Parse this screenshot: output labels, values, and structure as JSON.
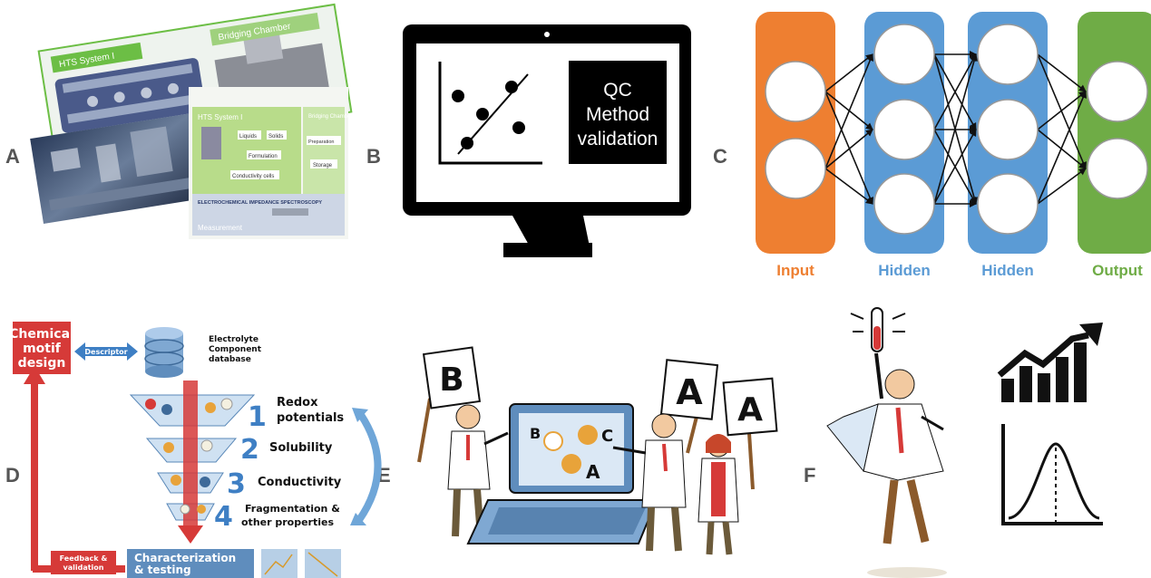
{
  "panels": {
    "a": {
      "letter": "A",
      "photo1_labels": [
        "HTS System I",
        "Bridging Chamber"
      ],
      "schematic": {
        "title": "HTS System I",
        "side_title": "Bridging Chamber",
        "items": [
          "Liquids",
          "Solids",
          "Formulation",
          "Conductivity cells"
        ],
        "side_items": [
          "Preparation",
          "Storage"
        ],
        "eis_label": "ELECTROCHEMICAL IMPEDANCE SPECTROSCOPY",
        "measurement_label": "Measurement"
      }
    },
    "b": {
      "letter": "B",
      "box_lines": [
        "QC",
        "Method",
        "validation"
      ]
    },
    "c": {
      "letter": "C",
      "layers": [
        {
          "label": "Input",
          "color": "#ee7f31",
          "nodes": 2
        },
        {
          "label": "Hidden",
          "color": "#5b9bd5",
          "nodes": 3
        },
        {
          "label": "Hidden",
          "color": "#5b9bd5",
          "nodes": 3
        },
        {
          "label": "Output",
          "color": "#6fac46",
          "nodes": 2
        }
      ]
    },
    "d": {
      "letter": "D",
      "motif_lines": [
        "Chemical",
        "motif",
        "design"
      ],
      "descriptor": "Descriptor",
      "db_lines": [
        "Electrolyte",
        "Component",
        "database"
      ],
      "stages": [
        {
          "num": "1",
          "lines": [
            "Redox",
            "potentials"
          ]
        },
        {
          "num": "2",
          "lines": [
            "Solubility"
          ]
        },
        {
          "num": "3",
          "lines": [
            "Conductivity"
          ]
        },
        {
          "num": "4",
          "lines": [
            "Fragmentation &",
            "other properties"
          ]
        }
      ],
      "feedback_lines": [
        "Feedback &",
        "validation"
      ],
      "char_lines": [
        "Characterization",
        "& testing"
      ]
    },
    "e": {
      "letter": "E",
      "signs": [
        "B",
        "A",
        "A"
      ],
      "screen_letters": [
        "B",
        "C",
        "A"
      ]
    },
    "f": {
      "letter": "F"
    }
  },
  "colors": {
    "input": "#ee7f31",
    "hidden": "#5b9bd5",
    "output": "#6fac46",
    "panel_letter": "#555555",
    "arrow_red": "#d9342b",
    "arrow_blue": "#4a8cc9"
  }
}
